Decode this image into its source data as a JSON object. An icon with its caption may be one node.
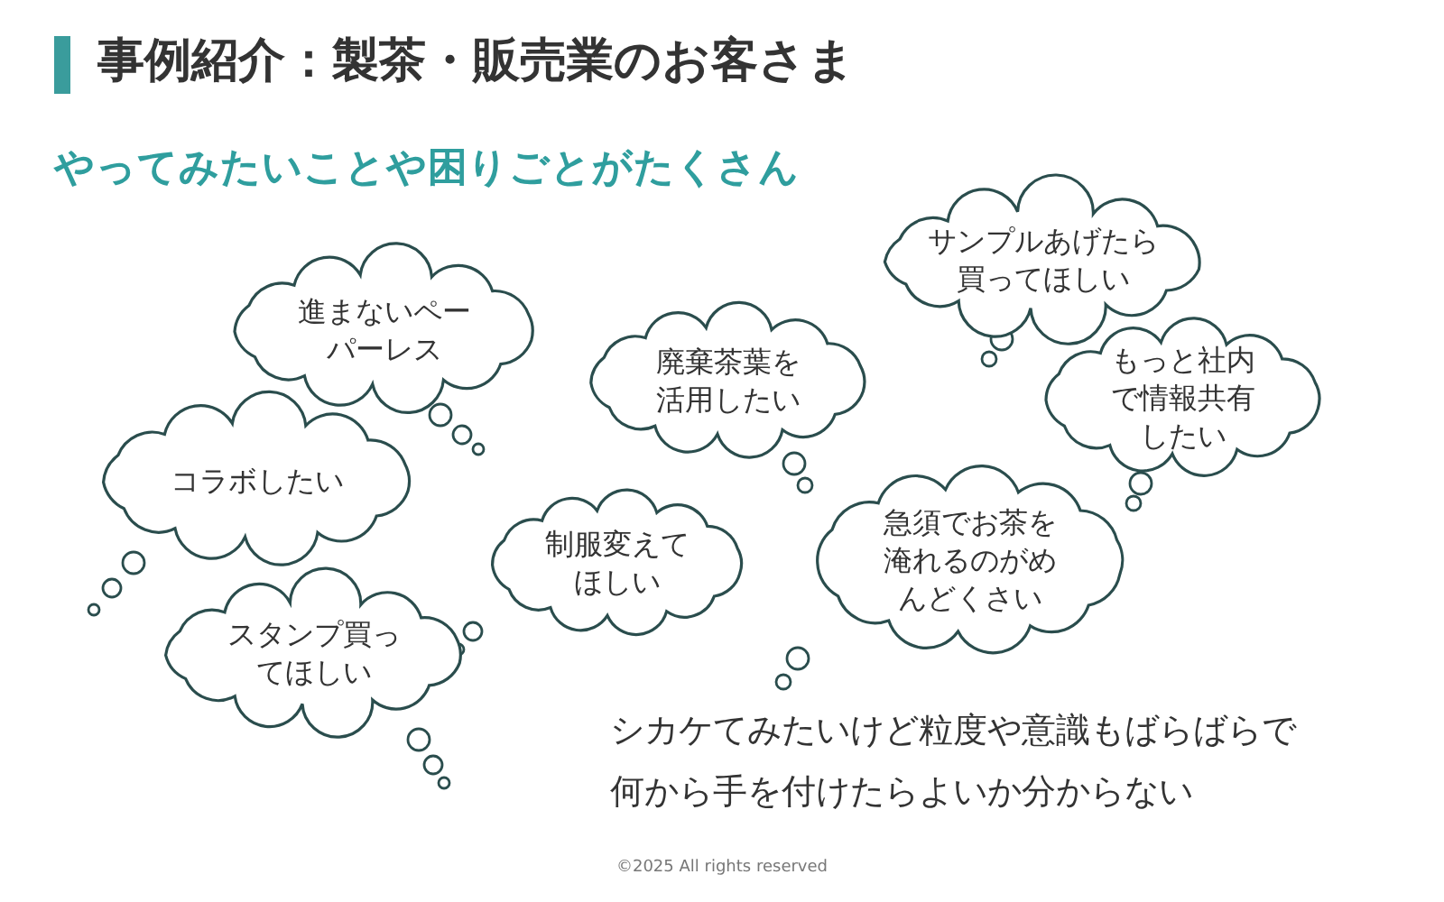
{
  "diagram": {
    "title": "事例紹介：製茶・販売業のお客さま",
    "nodes": [
      {
        "text": [
          "サンプルあげたら買ってほしい"
        ]
      },
      {
        "text": [
          "進まないペーパーレス"
        ]
      },
      {
        "text": [
          "廃棄茶葉を活用したい"
        ]
      },
      {
        "text": [
          "もっと社内で情報共有したい"
        ]
      },
      {
        "text": [
          "コラボしたい"
        ]
      },
      {
        "text": [
          "急須でお茶を淹れるのがめんどくさい"
        ]
      },
      {
        "text": [
          "制服変えてほしい"
        ]
      },
      {
        "text": [
          "スタンプ買ってほしい"
        ]
      }
    ],
    "labels": [
      "やってみたいことや困りごとがたくさん",
      "シカケてみたいけど粒度や意識もばらばらで何から手を付けたらよいか分からない",
      "©2025 All rights reserved"
    ]
  }
}
